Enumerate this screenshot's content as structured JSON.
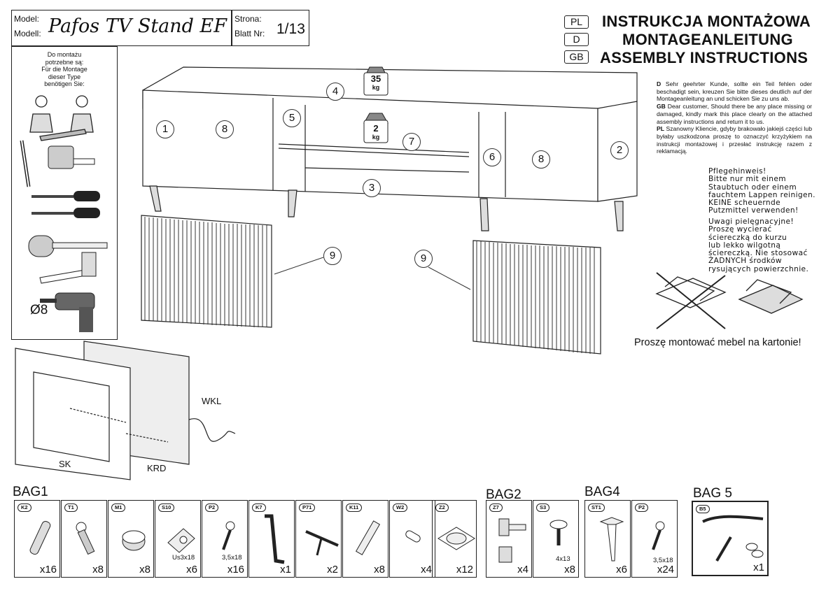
{
  "header": {
    "model_label_pl": "Model:",
    "model_label_de": "Modell:",
    "model_name": "Pafos TV Stand EF",
    "page_label_pl": "Strona:",
    "page_label_de": "Blatt Nr:",
    "page_number": "1/13"
  },
  "languages": {
    "pl": "PL",
    "de": "D",
    "gb": "GB"
  },
  "titles": {
    "pl": "INSTRUKCJA MONTAŻOWA",
    "de": "MONTAGEANLEITUNG",
    "gb": "ASSEMBLY INSTRUCTIONS"
  },
  "tools_panel": {
    "line1": "Do montażu",
    "line2": "potrzebne są:",
    "line3": "Für die Montage",
    "line4": "dieser Type",
    "line5": "benötigen Sie:",
    "drill_size": "Ø8"
  },
  "notice": {
    "d_label": "D",
    "d_text": "Sehr geehrter Kunde, sollte ein Teil fehlen oder beschadigt sein, kreuzen Sie bitte dieses deutlich auf der Montageanleitung an und schicken Sie zu uns ab.",
    "gb_label": "GB",
    "gb_text": "Dear customer, Should there be any place missing or damaged, kindly mark this place clearly on the attached assembly instructions and return it to us.",
    "pl_label": "PL",
    "pl_text": "Szanowny Kliencie, gdyby brakowało jakiejś części lub byłaby uszkodzona proszę to oznaczyć krzyżykiem na instrukcji montażowej i przesłać instrukcję razem z reklamacją."
  },
  "care_de": [
    "Pflegehinweis!",
    "Bitte nur mit einem",
    "Staubtuch oder einem",
    "fauchtem Lappen reinigen.",
    "KEINE scheuernde",
    "Putzmittel verwenden!"
  ],
  "care_pl": [
    "Uwagi pielęgnacyjne!",
    "Proszę wycierać",
    "ściereczką do kurzu",
    "lub lekko wilgotną",
    "ściereczką. Nie stosować",
    "ŻADNYCH środków",
    "rysujących powierzchnie."
  ],
  "carton_note": "Proszę montować mebel na kartonie!",
  "weights": {
    "top": "35",
    "top_unit": "kg",
    "shelf": "2",
    "shelf_unit": "kg"
  },
  "part_numbers": [
    "1",
    "2",
    "3",
    "4",
    "5",
    "6",
    "7",
    "8",
    "8",
    "9",
    "9"
  ],
  "fireplace_labels": {
    "wkl": "WKL",
    "sk": "SK",
    "krd": "KRD"
  },
  "bags": [
    {
      "title": "BAG1",
      "items": [
        {
          "code": "K2",
          "qty": "x16",
          "size": ""
        },
        {
          "code": "T1",
          "qty": "x8",
          "size": ""
        },
        {
          "code": "M1",
          "qty": "x8",
          "size": ""
        },
        {
          "code": "S10",
          "qty": "x6",
          "size": "Us3x18"
        },
        {
          "code": "P2",
          "qty": "x16",
          "size": "3,5x18"
        },
        {
          "code": "K7",
          "qty": "x1",
          "size": ""
        },
        {
          "code": "P71",
          "qty": "x2",
          "size": ""
        },
        {
          "code": "K11",
          "qty": "x8",
          "size": ""
        },
        {
          "code": "W2",
          "qty": "x4",
          "size": ""
        },
        {
          "code": "Z2",
          "qty": "x12",
          "size": ""
        }
      ]
    },
    {
      "title": "BAG2",
      "items": [
        {
          "code": "Z7",
          "qty": "x4",
          "size": ""
        },
        {
          "code": "S3",
          "qty": "x8",
          "size": "4x13"
        }
      ]
    },
    {
      "title": "BAG4",
      "items": [
        {
          "code": "ST1",
          "qty": "x6",
          "size": ""
        },
        {
          "code": "P2",
          "qty": "x24",
          "size": "3,5x18"
        }
      ]
    },
    {
      "title": "BAG 5",
      "items": [
        {
          "code": "B5",
          "qty": "x1",
          "size": ""
        }
      ]
    }
  ]
}
